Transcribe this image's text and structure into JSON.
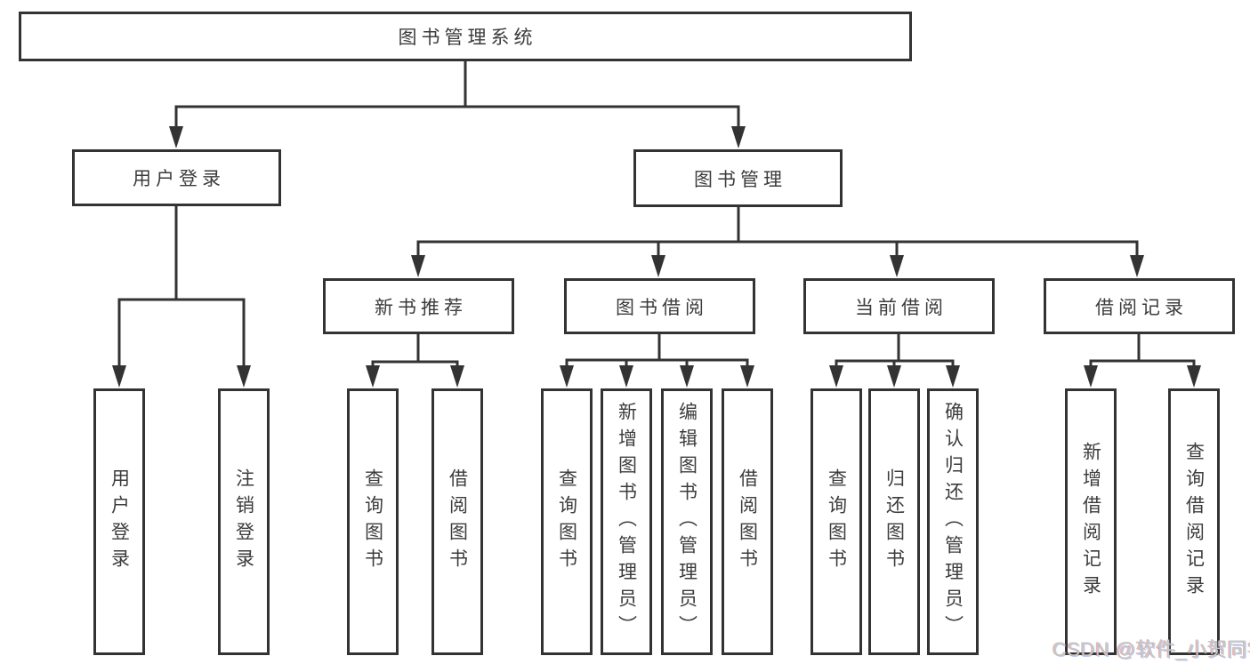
{
  "tree": {
    "root": {
      "label": "图书管理系统",
      "children": [
        {
          "label": "用户登录",
          "children": [
            {
              "label": "用户登录"
            },
            {
              "label": "注销登录"
            }
          ]
        },
        {
          "label": "图书管理",
          "children": [
            {
              "label": "新书推荐",
              "children": [
                {
                  "label": "查询图书"
                },
                {
                  "label": "借阅图书"
                }
              ]
            },
            {
              "label": "图书借阅",
              "children": [
                {
                  "label": "查询图书"
                },
                {
                  "label": "新增图书（管理员）"
                },
                {
                  "label": "编辑图书（管理员）"
                },
                {
                  "label": "借阅图书"
                }
              ]
            },
            {
              "label": "当前借阅",
              "children": [
                {
                  "label": "查询图书"
                },
                {
                  "label": "归还图书"
                },
                {
                  "label": "确认归还（管理员）"
                }
              ]
            },
            {
              "label": "借阅记录",
              "children": [
                {
                  "label": "新增借阅记录"
                },
                {
                  "label": "查询借阅记录"
                }
              ]
            }
          ]
        }
      ]
    }
  },
  "watermark": "CSDN @软件_小贺同学",
  "colors": {
    "line": "#333333",
    "box_border": "#333333",
    "box_fill": "#ffffff",
    "text": "#3c3c3c",
    "background": "#ffffff",
    "watermark": "#c7c7c7"
  }
}
